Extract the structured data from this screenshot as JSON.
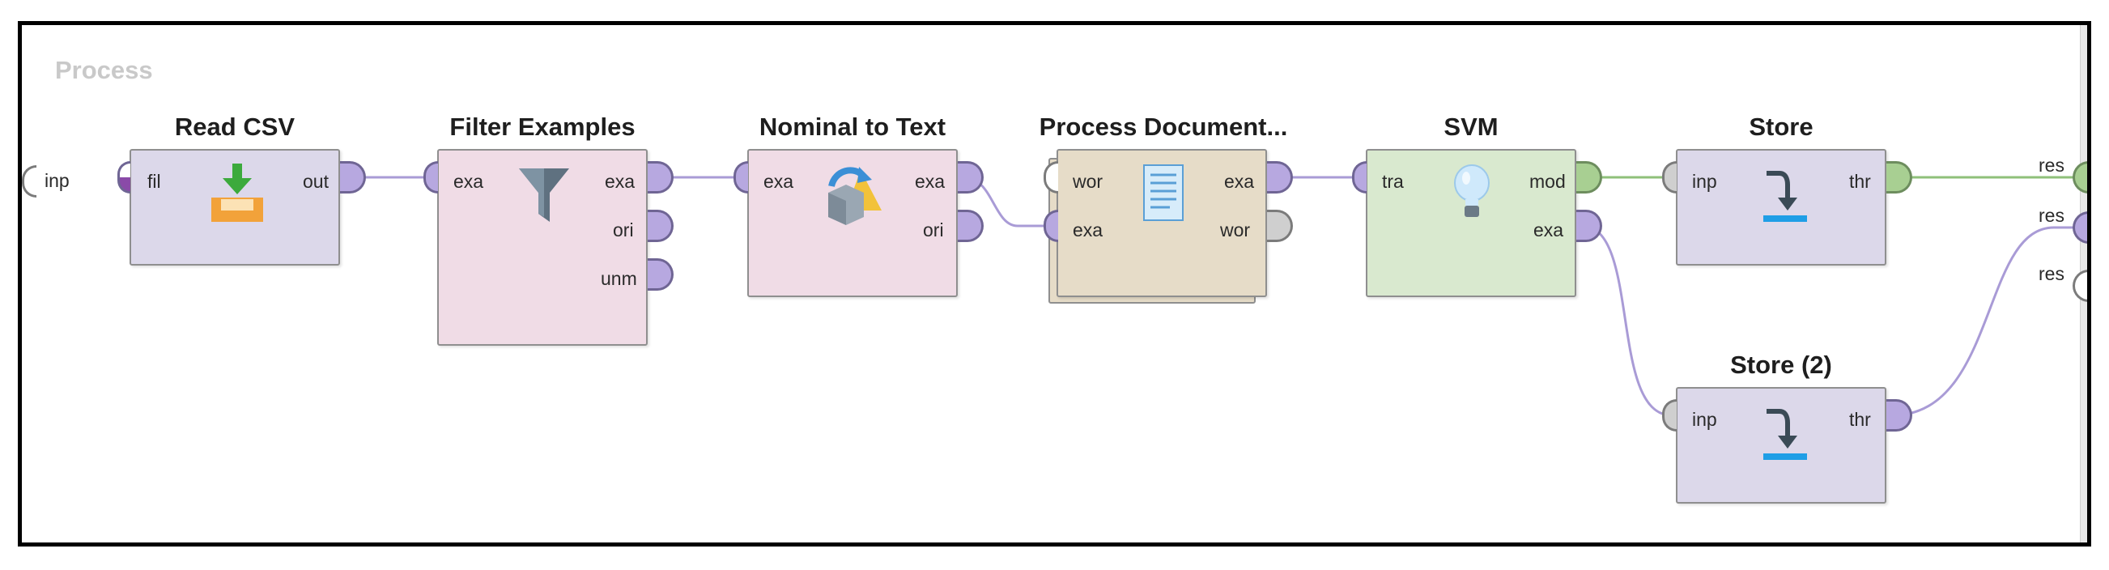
{
  "panel": {
    "title": "Process"
  },
  "operators": {
    "read_csv": {
      "title": "Read CSV",
      "ports": {
        "in": [
          "fil"
        ],
        "out": [
          "out"
        ]
      }
    },
    "filter_examples": {
      "title": "Filter Examples",
      "ports": {
        "in": [
          "exa"
        ],
        "out": [
          "exa",
          "ori",
          "unm"
        ]
      }
    },
    "nominal_to_text": {
      "title": "Nominal to Text",
      "ports": {
        "in": [
          "exa"
        ],
        "out": [
          "exa",
          "ori"
        ]
      }
    },
    "process_documents": {
      "title": "Process Document...",
      "ports": {
        "in": [
          "wor",
          "exa"
        ],
        "out": [
          "exa",
          "wor"
        ]
      }
    },
    "svm": {
      "title": "SVM",
      "ports": {
        "in": [
          "tra"
        ],
        "out": [
          "mod",
          "exa"
        ]
      }
    },
    "store": {
      "title": "Store",
      "ports": {
        "in": [
          "inp"
        ],
        "out": [
          "thr"
        ]
      }
    },
    "store_2": {
      "title": "Store (2)",
      "ports": {
        "in": [
          "inp"
        ],
        "out": [
          "thr"
        ]
      }
    }
  },
  "process_ports": {
    "input": [
      "inp"
    ],
    "results": [
      "res",
      "res",
      "res"
    ]
  },
  "colors": {
    "example_set_port": "#b7a8e0",
    "model_port": "#a8cf92",
    "example_wire": "#a99bd6",
    "model_wire": "#8fc07a"
  },
  "icons": {
    "read_csv": "import-tray-icon",
    "filter_examples": "funnel-icon",
    "nominal_to_text": "convert-shapes-icon",
    "process_documents": "document-icon",
    "svm": "lightbulb-icon",
    "store": "store-arrow-icon"
  }
}
